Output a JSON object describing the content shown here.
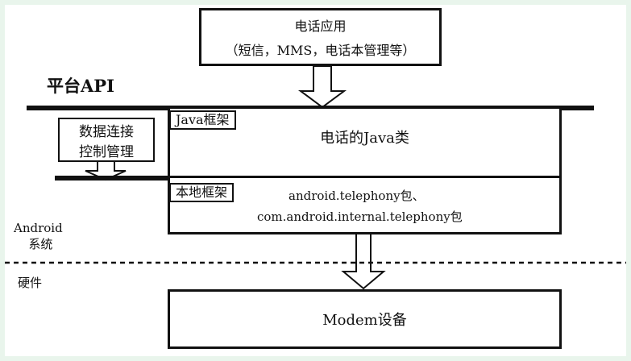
{
  "app_box": {
    "title": "电话应用",
    "subtitle": "（短信，MMS，电话本管理等）"
  },
  "platform_api_label": "平台API",
  "java_framework": {
    "tab_label": "Java框架",
    "content": "电话的Java类"
  },
  "data_connection_box": {
    "line1": "数据连接",
    "line2": "控制管理"
  },
  "native_framework": {
    "tab_label": "本地框架",
    "line1": "android.telephony包、",
    "line2": "com.android.internal.telephony包"
  },
  "android_system_label": {
    "line1": "Android",
    "line2": "系统"
  },
  "hardware_label": "硬件",
  "modem_box": {
    "label": "Modem设备"
  }
}
